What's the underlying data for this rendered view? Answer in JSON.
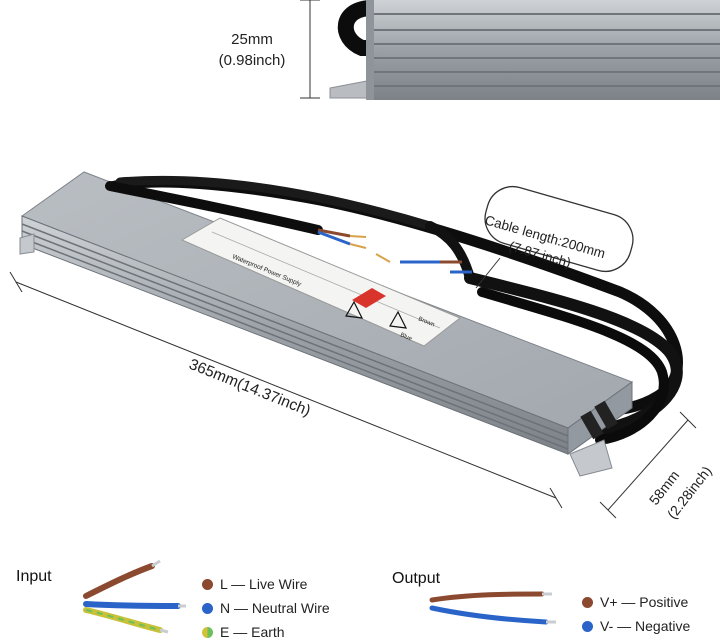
{
  "dimensions": {
    "height": "25mm",
    "height_inch": "(0.98inch)",
    "length": "365mm(14.37inch)",
    "width": "58mm",
    "width_inch": "(2.28inch)"
  },
  "callout": {
    "line1": "Cable length:200mm",
    "line2": "(7.87 inch)"
  },
  "product_label": {
    "title": "Waterproof Power Supply",
    "wire_brown": "Brown",
    "wire_blue": "Blue"
  },
  "input": {
    "label": "Input",
    "wires": [
      {
        "label": "L — Live Wire",
        "color": "#8b4a2f"
      },
      {
        "label": "N — Neutral Wire",
        "color": "#2a64c8"
      },
      {
        "label": "E — Earth",
        "color": "#c8c23a"
      }
    ]
  },
  "output": {
    "label": "Output",
    "wires": [
      {
        "label": "V+ — Positive",
        "color": "#8b4a2f"
      },
      {
        "label": "V- — Negative",
        "color": "#2a64c8"
      }
    ]
  },
  "colors": {
    "housing": "#a9aeb3",
    "cable": "#111111",
    "copper": "#d8a24a"
  }
}
